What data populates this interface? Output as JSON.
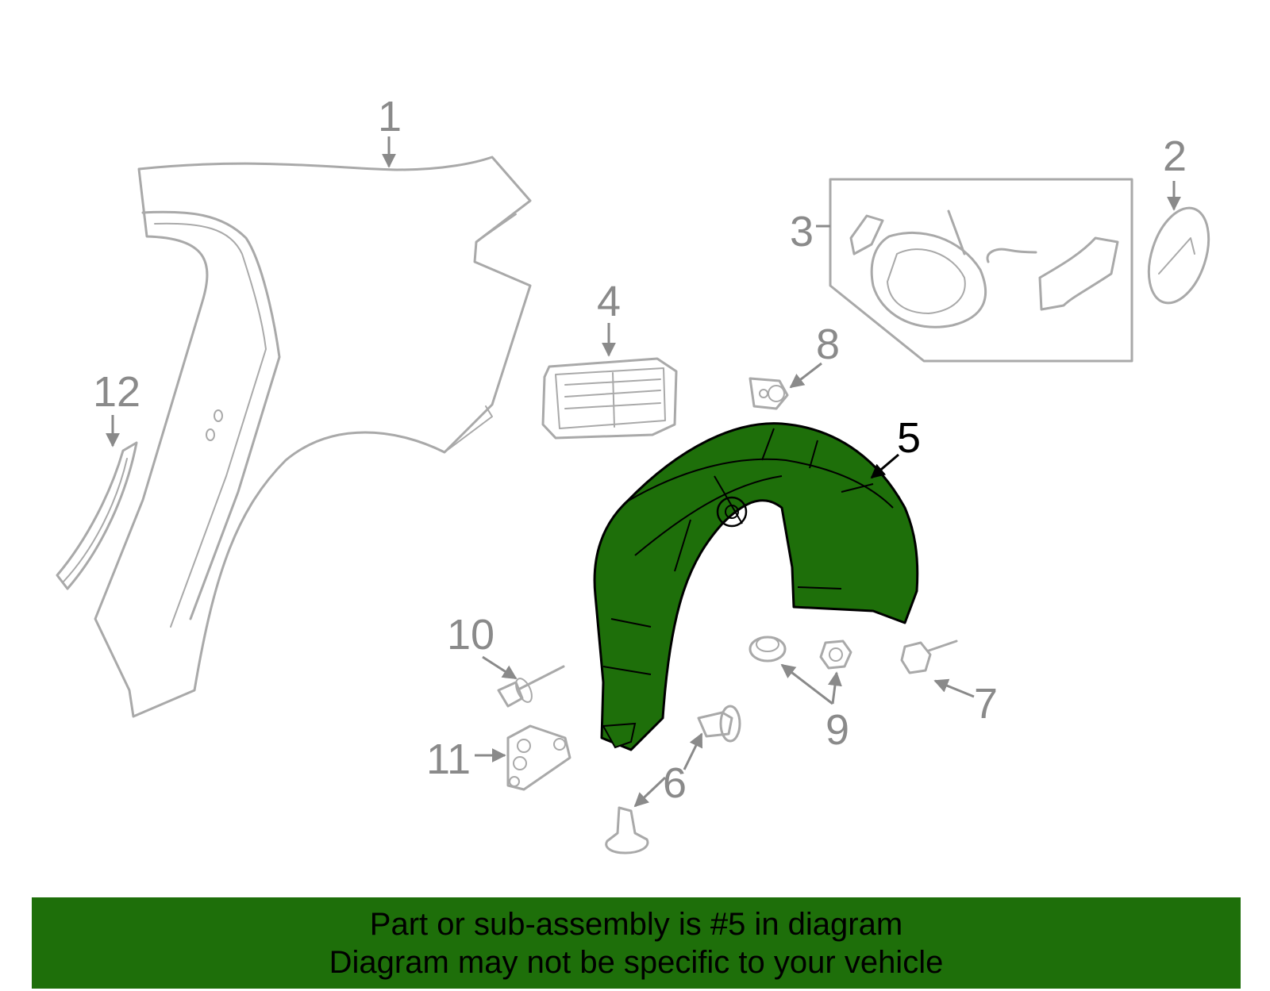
{
  "diagram": {
    "highlighted_part": "5",
    "callouts": [
      "1",
      "2",
      "3",
      "4",
      "5",
      "6",
      "7",
      "8",
      "9",
      "10",
      "11",
      "12"
    ]
  },
  "banner": {
    "line1": "Part or sub-assembly is #5 in diagram",
    "line2": "Diagram may not be specific to your vehicle"
  },
  "colors": {
    "highlight_fill": "#1e6f0a",
    "part_stroke": "#a9a9a9",
    "label_gray": "#8a8a8a",
    "banner_bg": "#1e6f0a"
  }
}
